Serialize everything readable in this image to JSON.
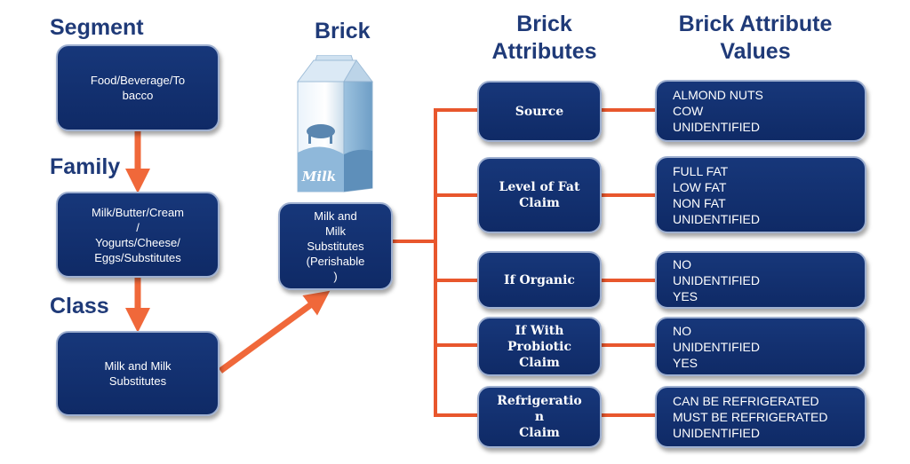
{
  "headings": {
    "segment": "Segment",
    "family": "Family",
    "class": "Class",
    "brick": "Brick",
    "brick_attributes": "Brick\nAttributes",
    "brick_attribute_values": "Brick Attribute\nValues"
  },
  "hierarchy": {
    "segment": "Food/Beverage/To\nbacco",
    "family": "Milk/Butter/Cream\n/\nYogurts/Cheese/\nEggs/Substitutes",
    "class": "Milk and Milk\nSubstitutes",
    "brick": "Milk and\nMilk\nSubstitutes\n(Perishable\n)"
  },
  "milk_carton": {
    "icon": "milk-carton-icon",
    "label": "Milk"
  },
  "attributes": [
    {
      "name": "Source",
      "values": "ALMOND NUTS\nCOW\nUNIDENTIFIED"
    },
    {
      "name": "Level of Fat\nClaim",
      "values": "FULL FAT\nLOW FAT\nNON FAT\nUNIDENTIFIED"
    },
    {
      "name": "If Organic",
      "values": "NO\nUNIDENTIFIED\nYES"
    },
    {
      "name": "If With\nProbiotic\nClaim",
      "values": "NO\nUNIDENTIFIED\nYES"
    },
    {
      "name": "Refrigeratio\nn\nClaim",
      "values": "CAN BE REFRIGERATED\nMUST BE REFRIGERATED\nUNIDENTIFIED"
    }
  ],
  "colors": {
    "box": "#17377a",
    "heading": "#1f3a78",
    "arrow": "#f0683a",
    "connector": "#e8572d"
  }
}
